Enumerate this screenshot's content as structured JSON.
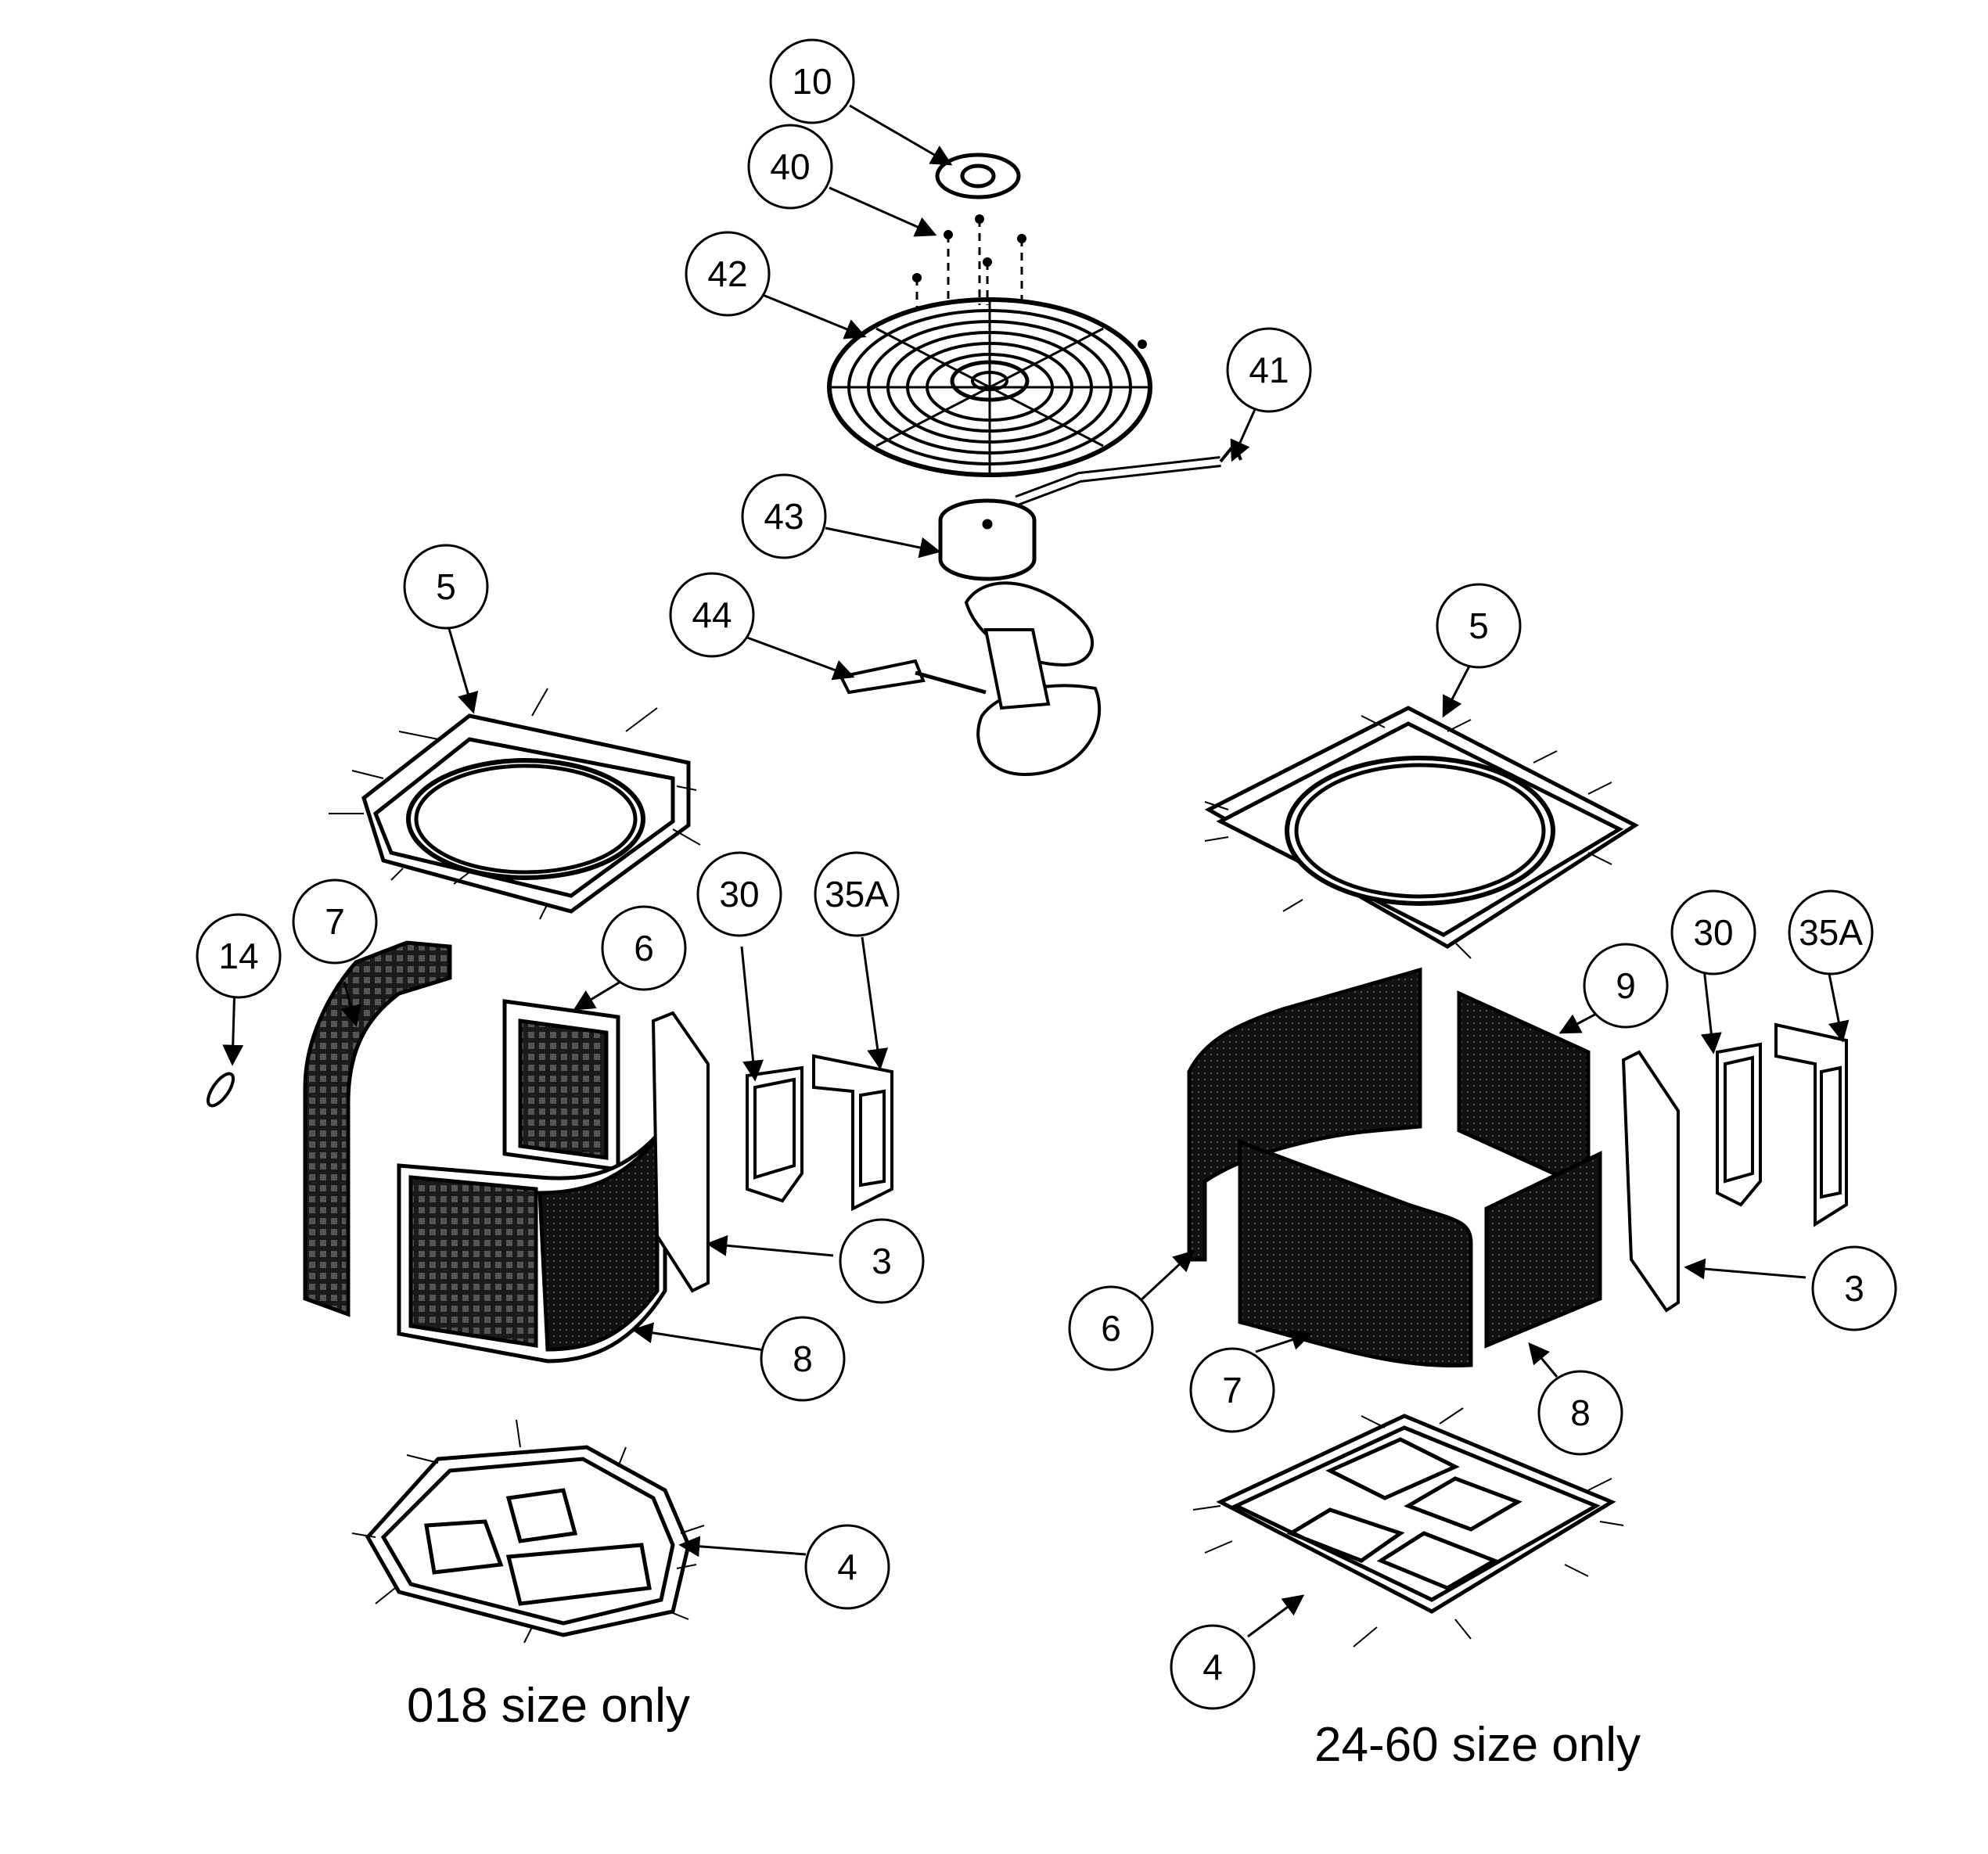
{
  "callouts": {
    "top": {
      "c10": "10",
      "c40": "40",
      "c42": "42",
      "c41": "41",
      "c43": "43",
      "c44": "44"
    },
    "left": {
      "c5": "5",
      "c14": "14",
      "c7": "7",
      "c6": "6",
      "c30": "30",
      "c35a": "35A",
      "c3": "3",
      "c8": "8",
      "c4": "4"
    },
    "right": {
      "c5": "5",
      "c30": "30",
      "c35a": "35A",
      "c9": "9",
      "c6": "6",
      "c3": "3",
      "c7": "7",
      "c8": "8",
      "c4": "4"
    }
  },
  "captions": {
    "left": "018 size only",
    "right": "24-60 size only"
  }
}
